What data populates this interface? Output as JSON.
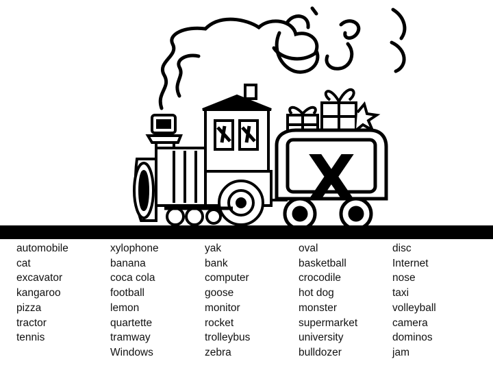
{
  "illustration": {
    "icons": [
      "steam-train-icon",
      "smoke-icon",
      "gift-box-icon",
      "letter-x-icon"
    ],
    "letter": "X"
  },
  "colors": {
    "ink": "#000000",
    "paper": "#ffffff",
    "text": "#111111"
  },
  "word_columns": [
    [
      "automobile",
      "cat",
      "excavator",
      "kangaroo",
      "pizza",
      "tractor",
      "tennis"
    ],
    [
      "xylophone",
      "banana",
      "coca cola",
      "football",
      "lemon",
      "quartette",
      "tramway",
      "Windows"
    ],
    [
      "yak",
      "bank",
      "computer",
      "goose",
      "monitor",
      "rocket",
      "trolleybus",
      "zebra"
    ],
    [
      "oval",
      "basketball",
      "crocodile",
      "hot dog",
      "monster",
      "supermarket",
      "university",
      "bulldozer"
    ],
    [
      "disc",
      "Internet",
      "nose",
      "taxi",
      "volleyball",
      "camera",
      "dominos",
      "jam"
    ]
  ]
}
